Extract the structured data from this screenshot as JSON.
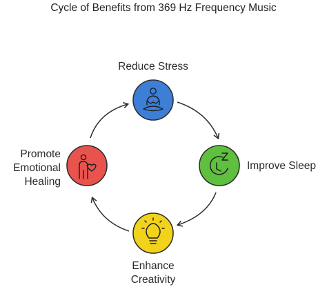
{
  "title": "Cycle of Benefits from 369 Hz Frequency Music",
  "nodes": [
    {
      "id": "reduce-stress",
      "label": "Reduce Stress",
      "icon": "meditation-icon",
      "color": "#3d7fd6"
    },
    {
      "id": "improve-sleep",
      "label": "Improve Sleep",
      "icon": "sleep-clock-icon",
      "color": "#5fbf3e"
    },
    {
      "id": "enhance-creativity",
      "label_lines": [
        "Enhance",
        "Creativity"
      ],
      "icon": "lightbulb-icon",
      "color": "#f1d31b"
    },
    {
      "id": "promote-emotional-healing",
      "label_lines": [
        "Promote",
        "Emotional",
        "Healing"
      ],
      "icon": "heart-hand-icon",
      "color": "#e8534d"
    }
  ],
  "edges": [
    {
      "from": "reduce-stress",
      "to": "improve-sleep"
    },
    {
      "from": "improve-sleep",
      "to": "enhance-creativity"
    },
    {
      "from": "enhance-creativity",
      "to": "promote-emotional-healing"
    },
    {
      "from": "promote-emotional-healing",
      "to": "reduce-stress"
    }
  ]
}
